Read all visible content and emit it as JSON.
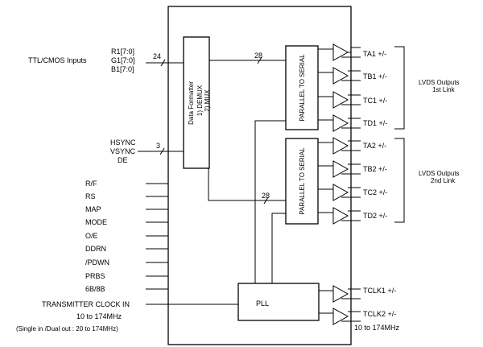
{
  "inputs": {
    "ttl_label": "TTL/CMOS Inputs",
    "rgb": [
      "R1[7:0]",
      "G1[7:0]",
      "B1[7:0]"
    ],
    "rgb_bus_width": "24",
    "sync": [
      "HSYNC",
      "VSYNC",
      "DE"
    ],
    "sync_bus_width": "3",
    "controls": [
      "R/F",
      "RS",
      "MAP",
      "MODE",
      "O/E",
      "DDRN",
      "/PDWN",
      "PRBS",
      "6B/8B"
    ],
    "clock_label": "TRANSMITTER CLOCK IN",
    "clock_range": "10 to 174MHz",
    "clock_note": "(Single in /Dual out : 20 to 174MHz)"
  },
  "blocks": {
    "formatter": {
      "title": "Data Formatter",
      "line1": "1) DEMUX",
      "line2": "2) MUX"
    },
    "serializer1": "PARALLEL TO SERIAL",
    "serializer2": "PARALLEL TO SERIAL",
    "bus1_width": "28",
    "bus2_width": "28",
    "pll": "PLL"
  },
  "outputs": {
    "link1": [
      "TA1 +/-",
      "TB1 +/-",
      "TC1 +/-",
      "TD1 +/-"
    ],
    "link2": [
      "TA2 +/-",
      "TB2 +/-",
      "TC2 +/-",
      "TD2 +/-"
    ],
    "clocks": [
      "TCLK1 +/-",
      "TCLK2 +/-"
    ],
    "clock_range": "10 to 174MHz",
    "link1_label": [
      "LVDS Outputs",
      "1st Link"
    ],
    "link2_label": [
      "LVDS Outputs",
      "2nd Link"
    ]
  }
}
